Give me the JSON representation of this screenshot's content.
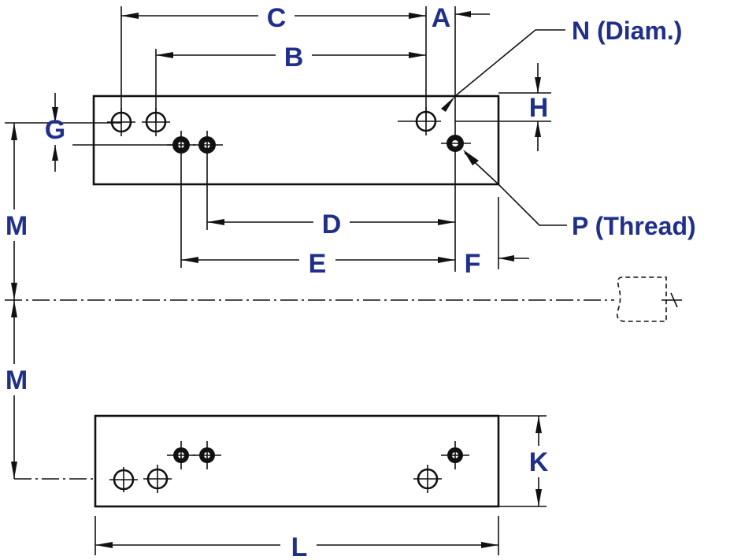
{
  "labels": {
    "A": "A",
    "B": "B",
    "C": "C",
    "D": "D",
    "E": "E",
    "F": "F",
    "G": "G",
    "H": "H",
    "K": "K",
    "L": "L",
    "M_upper": "M",
    "M_lower": "M",
    "N": "N (Diam.)",
    "P": "P (Thread)"
  },
  "colors": {
    "label": "#1f2f8a",
    "line": "#111111"
  }
}
